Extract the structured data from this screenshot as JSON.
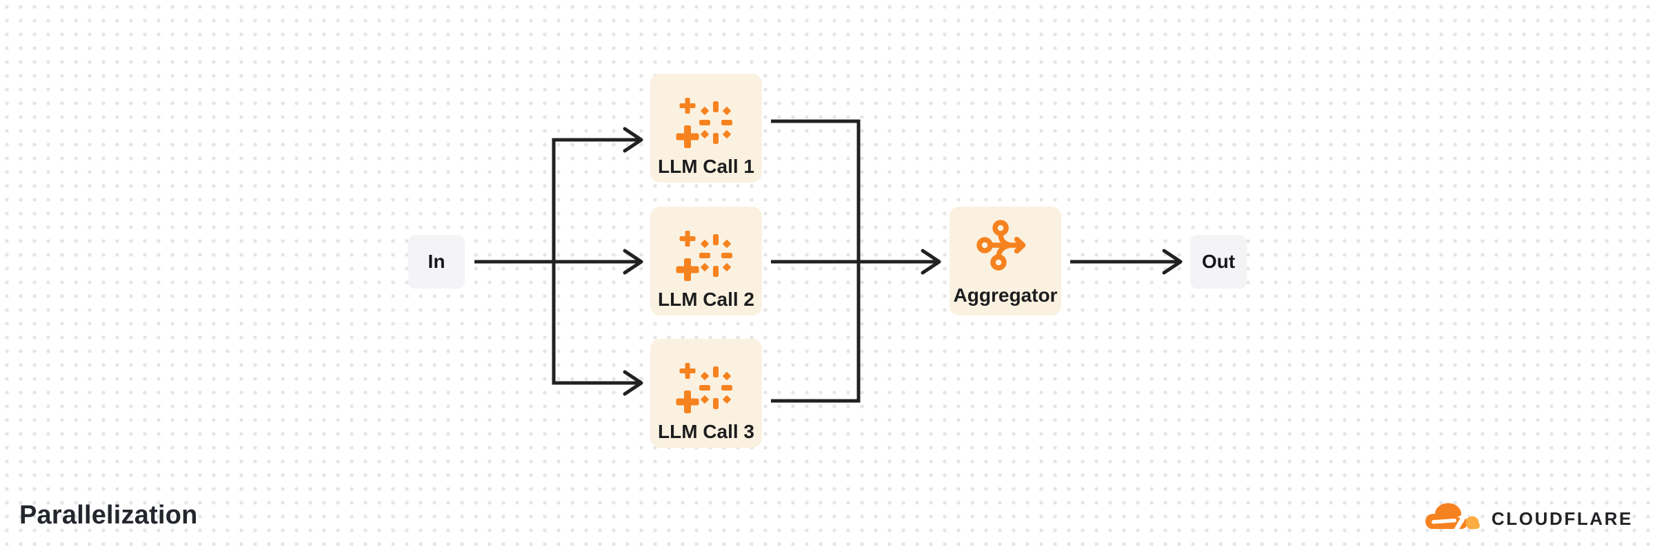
{
  "title": "Parallelization",
  "nodes": {
    "in": {
      "label": "In"
    },
    "llm1": {
      "label": "LLM Call 1",
      "icon": "sparkles-icon"
    },
    "llm2": {
      "label": "LLM Call 2",
      "icon": "sparkles-icon"
    },
    "llm3": {
      "label": "LLM Call 3",
      "icon": "sparkles-icon"
    },
    "aggregator": {
      "label": "Aggregator",
      "icon": "merge-arrow-icon"
    },
    "out": {
      "label": "Out"
    }
  },
  "edges": [
    {
      "from": "in",
      "to": "llm1"
    },
    {
      "from": "in",
      "to": "llm2"
    },
    {
      "from": "in",
      "to": "llm3"
    },
    {
      "from": "llm1",
      "to": "aggregator"
    },
    {
      "from": "llm2",
      "to": "aggregator"
    },
    {
      "from": "llm3",
      "to": "aggregator"
    },
    {
      "from": "aggregator",
      "to": "out"
    }
  ],
  "brand": {
    "wordmark": "CLOUDFLARE",
    "logo_icon": "cloudflare-cloud-icon"
  },
  "colors": {
    "accent_orange": "#F6821F",
    "accent_orange_light": "#FBAD41",
    "card_cream": "#FAF1E0",
    "card_neutral": "#F4F4F6",
    "edge_line": "#212121",
    "label_text": "#1D1D1F",
    "dot_grid": "#E5E5E5",
    "background": "#FFFFFF"
  }
}
